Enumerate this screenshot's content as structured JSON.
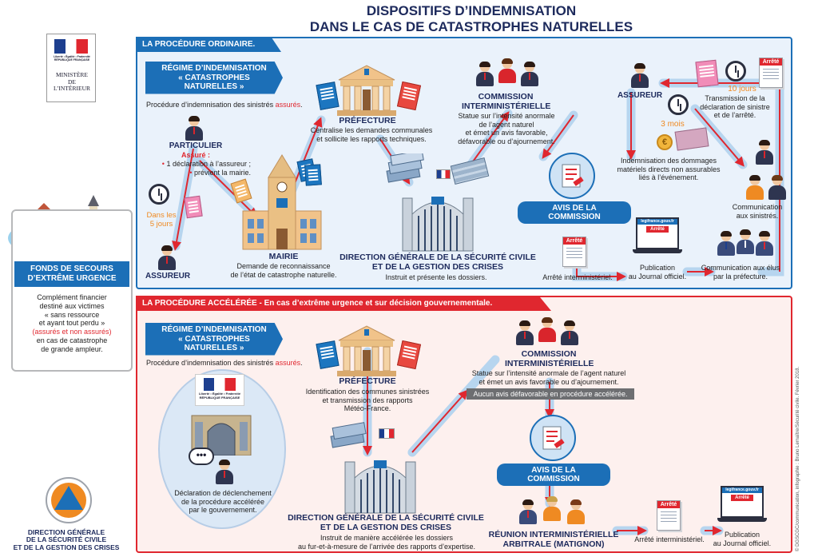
{
  "title": {
    "line1": "DISPOSITIFS D’INDEMNISATION",
    "line2": "DANS LE CAS DE CATASTROPHES NATURELLES"
  },
  "ministry": {
    "flag_text": "Liberté • Égalité • Fraternité\nRÉPUBLIQUE FRANÇAISE",
    "name": "MINISTÈRE\nDE\nL’INTÉRIEUR"
  },
  "fonds": {
    "title": "FONDS DE SECOURS\nD’EXTRÊME URGENCE",
    "text1": "Complément financier\ndestiné aux victimes\n« sans ressource\net ayant tout perdu »",
    "text2": "(assurés et non assurés)",
    "text3": "en cas de catastrophe\nde grande ampleur."
  },
  "dgscgc": {
    "name": "DIRECTION GÉNÉRALE\nDE LA SÉCURITÉ CIVILE\nET DE LA GESTION DES CRISES"
  },
  "credit": "© DGSCGC/communication, infographie : Bruno Lemaître/Sécurité civile. Février 2018.",
  "ordinaire": {
    "banner": "LA PROCÉDURE ORDINAIRE.",
    "regime": "RÉGIME D’INDEMNISATION\n« CATASTROPHES NATURELLES »",
    "procedure_pre": "Procédure d’indemnisation des sinistrés ",
    "procedure_red": "assurés",
    "procedure_post": ".",
    "particulier": "PARTICULIER",
    "assure": "Assuré :",
    "bullet1": "1 déclaration à l’assureur ;",
    "bullet2": "prévient la mairie.",
    "delai": "Dans les\n5 jours",
    "assureur_bas": "ASSUREUR",
    "mairie": "MAIRIE",
    "mairie_text": "Demande de reconnaissance\nde l’état de catastrophe naturelle.",
    "prefecture": "PRÉFECTURE",
    "prefecture_text": "Centralise les demandes communales\net sollicite les rapports techniques.",
    "dgscgc": "DIRECTION GÉNÉRALE DE LA SÉCURITÉ CIVILE\nET DE LA GESTION DES CRISES",
    "dgscgc_text": "Instruit et présente les dossiers.",
    "commission": "COMMISSION\nINTERMINISTÉRIELLE",
    "commission_text": "Statue sur l’intensité anormale\nde l’agent naturel\net émet un avis favorable,\ndéfavorable ou d’ajournement.",
    "avis": "AVIS DE LA COMMISSION",
    "arrete_label": "Arrêté",
    "arrete_text": "Arrêté interministériel.",
    "site": "legifrance.gouv.fr",
    "publication": "Publication\nau Journal officiel.",
    "elus": "Communication aux élus\npar la préfecture.",
    "communication": "Communication\naux sinistrés.",
    "assureur_haut": "ASSUREUR",
    "dix_jours": "10 jours",
    "transmission": "Transmission de la\ndéclaration de sinistre\net de l’arrêté.",
    "trois_mois": "3 mois",
    "indemnisation": "Indemnisation des dommages\nmatériels directs non assurables\nliés à l’événement."
  },
  "acceleree": {
    "banner": "LA PROCÉDURE ACCÉLÉRÉE - En cas d’extrême urgence et sur décision gouvernementale.",
    "regime": "RÉGIME D’INDEMNISATION\n« CATASTROPHES NATURELLES »",
    "procedure_pre": "Procédure d’indemnisation des sinistrés ",
    "procedure_red": "assurés",
    "procedure_post": ".",
    "rf_text": "Liberté • Égalité • Fraternité\nRÉPUBLIQUE FRANÇAISE",
    "declaration": "Déclaration de déclenchement\nde la procédure accélérée\npar le gouvernement.",
    "prefecture": "PRÉFECTURE",
    "prefecture_text": "Identification des communes sinistrées\net transmission des rapports\nMétéo-France.",
    "dgscgc": "DIRECTION GÉNÉRALE DE LA SÉCURITÉ CIVILE\nET DE LA GESTION DES CRISES",
    "dgscgc_text": "Instruit de manière accélérée les dossiers\nau fur-et-à-mesure de l’arrivée des rapports d’expertise.",
    "commission": "COMMISSION\nINTERMINISTÉRIELLE",
    "commission_text": "Statue sur l’intensité anormale de l’agent naturel\net émet un avis favorable ou d’ajournement.",
    "aucun": "Aucun avis défavorable en procédure accélérée.",
    "avis": "AVIS DE LA COMMISSION",
    "reunion": "RÉUNION INTERMINISTÉRIELLE\nARBITRALE (MATIGNON)",
    "arrete_label": "Arrêté",
    "arrete_text": "Arrêté interministériel.",
    "site": "legifrance.gouv.fr",
    "publication": "Publication\nau Journal officiel."
  },
  "colors": {
    "navy": "#1d2a5c",
    "blue": "#1c6fb7",
    "red": "#e0272f",
    "orange": "#ef8a22",
    "panel_blue": "#dde9f7",
    "panel_red": "#fdecea"
  }
}
